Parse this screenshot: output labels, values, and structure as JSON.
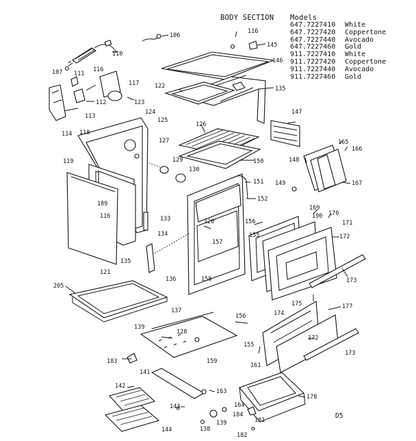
{
  "header": {
    "section_title": "BODY SECTION",
    "models_heading": "Models"
  },
  "models": [
    {
      "number": "647.7227410",
      "color": "White"
    },
    {
      "number": "647.7227420",
      "color": "Coppertone"
    },
    {
      "number": "647.7227440",
      "color": "Avocado"
    },
    {
      "number": "647.7227460",
      "color": "Gold"
    },
    {
      "number": "911.7227410",
      "color": "White"
    },
    {
      "number": "911.7227420",
      "color": "Coppertone"
    },
    {
      "number": "911.7227440",
      "color": "Avocado"
    },
    {
      "number": "911.7227460",
      "color": "Gold"
    }
  ],
  "callouts": [
    "106",
    "116",
    "145",
    "146",
    "110",
    "107",
    "111",
    "116",
    "117",
    "112",
    "113",
    "123",
    "114",
    "118",
    "124",
    "125",
    "127",
    "119",
    "122",
    "135",
    "126",
    "147",
    "165",
    "166",
    "148",
    "167",
    "149",
    "150",
    "129",
    "130",
    "151",
    "152",
    "189",
    "116",
    "133",
    "120",
    "157",
    "134",
    "135",
    "121",
    "136",
    "158",
    "156",
    "155",
    "169",
    "190",
    "170",
    "171",
    "172",
    "173",
    "205",
    "137",
    "139",
    "128",
    "183",
    "159",
    "156",
    "175",
    "177",
    "174",
    "172",
    "155",
    "161",
    "173",
    "141",
    "163",
    "178",
    "142",
    "143",
    "164",
    "184",
    "138",
    "139",
    "144",
    "181",
    "182"
  ],
  "page_code": "D5"
}
